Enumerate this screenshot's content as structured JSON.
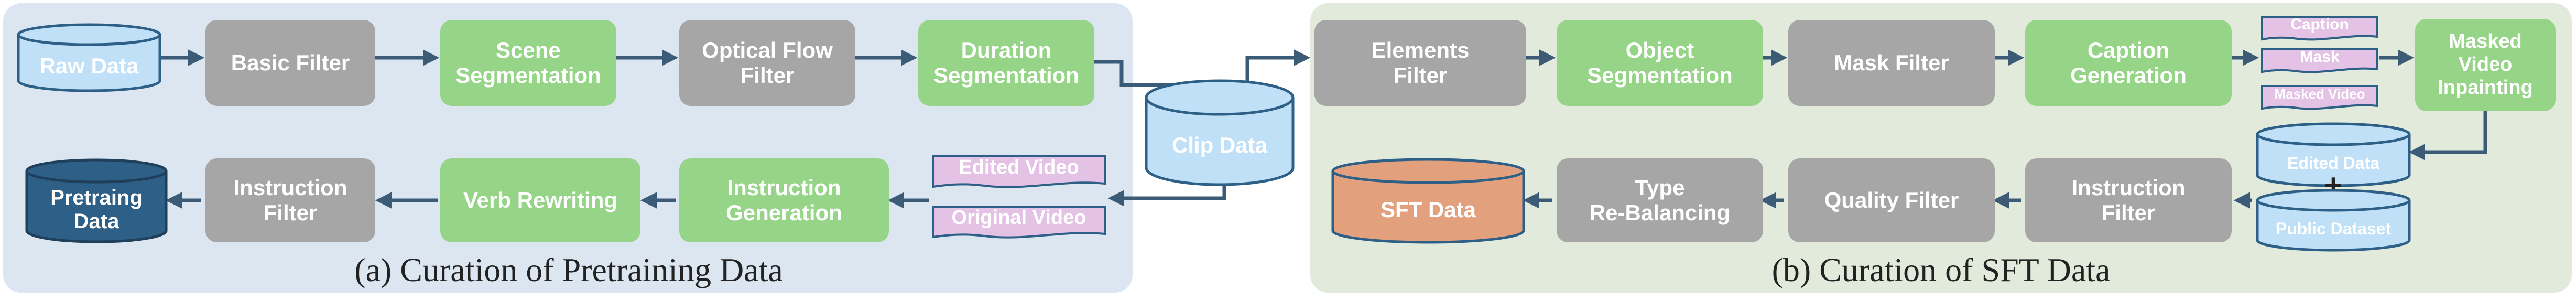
{
  "panel_a": {
    "caption": "(a) Curation of Pretraining Data"
  },
  "panel_b": {
    "caption": "(b) Curation of SFT Data"
  },
  "nodes": {
    "raw_data": "Raw Data",
    "basic_filter": "Basic Filter",
    "scene_segmentation": "Scene\nSegmentation",
    "optical_flow_filter": "Optical Flow\nFilter",
    "duration_segmentation": "Duration\nSegmentation",
    "clip_data": "Clip Data",
    "pretraining_data": "Pretraing\nData",
    "instruction_filter_a": "Instruction\nFilter",
    "verb_rewriting": "Verb Rewriting",
    "instruction_generation": "Instruction\nGeneration",
    "edited_video": "Edited Video",
    "original_video": "Original Video",
    "elements_filter": "Elements\nFilter",
    "object_segmentation": "Object\nSegmentation",
    "mask_filter": "Mask Filter",
    "caption_generation": "Caption\nGeneration",
    "tag_caption": "Caption",
    "tag_mask": "Mask",
    "tag_masked_video": "Masked Video",
    "masked_video_inpainting": "Masked\nVideo\nInpainting",
    "edited_data": "Edited Data",
    "public_dataset": "Public Dataset",
    "plus_sign": "+",
    "instruction_filter_b": "Instruction\nFilter",
    "quality_filter": "Quality Filter",
    "type_rebalancing": "Type\nRe-Balancing",
    "sft_data": "SFT Data"
  },
  "colors": {
    "panel_a_bg": "#dbe6f1",
    "panel_b_bg": "#e1eadb",
    "gray_box": "#a6a6a6",
    "green_box": "#96d588",
    "light_blue_cylinder": "#bfe0f7",
    "dark_blue_cylinder": "#2e5f86",
    "orange_cylinder": "#e3a07c",
    "tag_pink": "#e4c2e6",
    "arrow": "#3b5b77"
  }
}
